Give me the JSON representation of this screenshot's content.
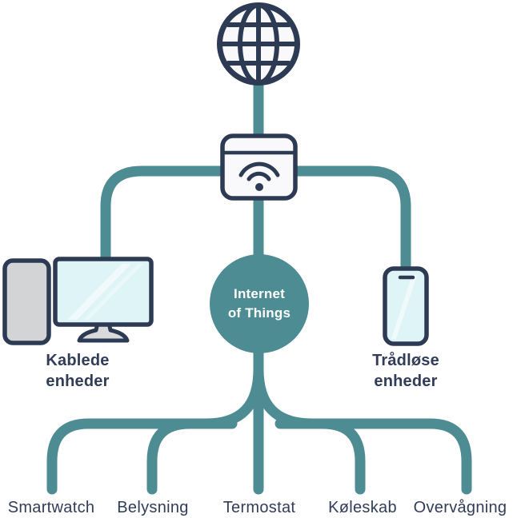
{
  "colors": {
    "teal": "#4e8c94",
    "navy": "#2d3a53",
    "text": "#303c58",
    "screen_fill": "#def4f7",
    "tablet_fill": "#d3d4d6",
    "device_fill": "#f9f9fb",
    "white": "#ffffff"
  },
  "internet": {
    "icon": "globe-icon"
  },
  "router": {
    "icon": "wifi-router-icon"
  },
  "hub": {
    "label": "Internet of Things",
    "label_lines": [
      "Internet",
      "of Things"
    ]
  },
  "wired_group": {
    "label": "Kablede enheder",
    "icons": [
      "tablet-icon",
      "monitor-icon"
    ]
  },
  "wireless_group": {
    "label": "Trådløse enheder",
    "icons": [
      "smartphone-icon"
    ]
  },
  "devices": [
    {
      "label": "Smartwatch"
    },
    {
      "label": "Belysning"
    },
    {
      "label": "Termostat"
    },
    {
      "label": "Køleskab"
    },
    {
      "label": "Overvågning"
    }
  ]
}
